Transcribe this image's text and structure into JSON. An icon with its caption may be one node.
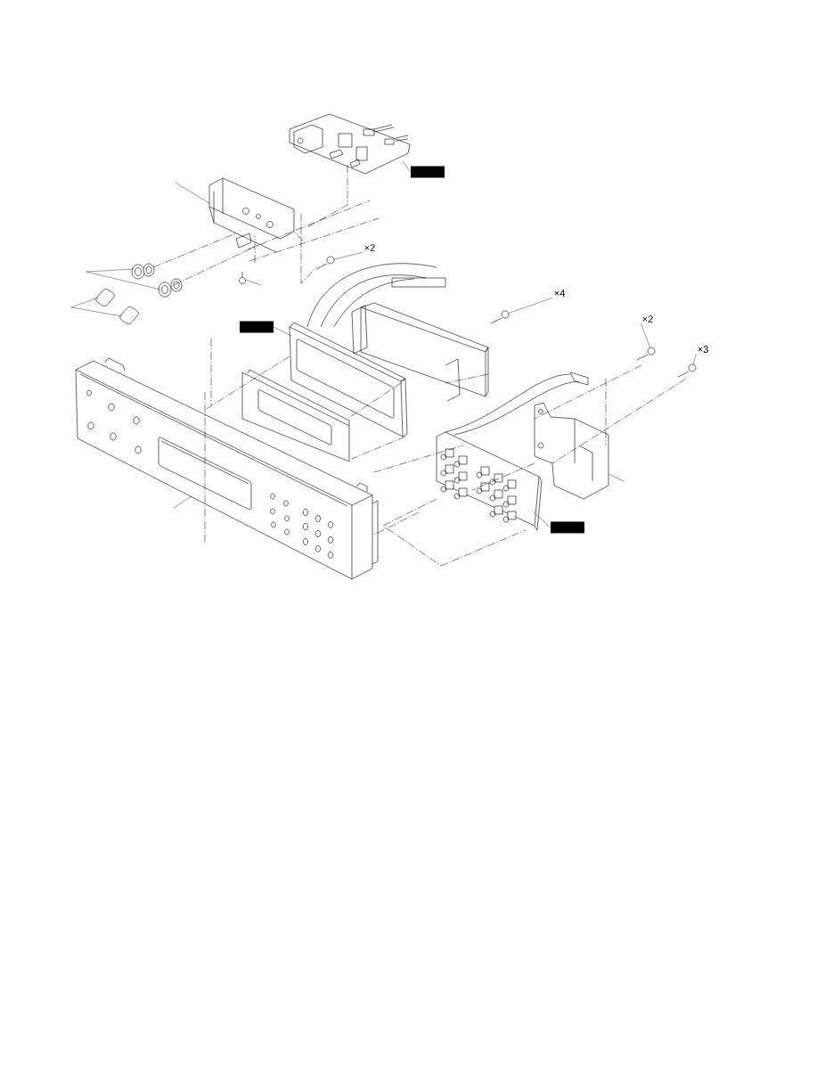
{
  "diagram": {
    "nodes": [
      {
        "text": [],
        "shape": "box"
      },
      {
        "text": [
          "×2"
        ]
      },
      {
        "text": [],
        "shape": "box"
      },
      {
        "text": [
          "×4"
        ]
      },
      {
        "text": [
          "×2"
        ]
      },
      {
        "text": [
          "×3"
        ]
      },
      {
        "text": [],
        "shape": "box"
      },
      {
        "text": [],
        "shape": "picture"
      },
      {
        "text": [],
        "shape": "picture"
      },
      {
        "text": [],
        "shape": "picture"
      },
      {
        "text": [],
        "shape": "picture"
      }
    ],
    "edges": [
      {
        "from": 0,
        "to": null,
        "arrow": "none"
      },
      {
        "from": 1,
        "to": 7,
        "arrow": "none"
      },
      {
        "from": 2,
        "to": null,
        "arrow": "none"
      },
      {
        "from": 3,
        "to": 8,
        "arrow": "none"
      },
      {
        "from": 4,
        "to": 9,
        "arrow": "none"
      },
      {
        "from": 5,
        "to": 10,
        "arrow": "none"
      },
      {
        "from": 6,
        "to": null,
        "arrow": "none"
      }
    ]
  }
}
